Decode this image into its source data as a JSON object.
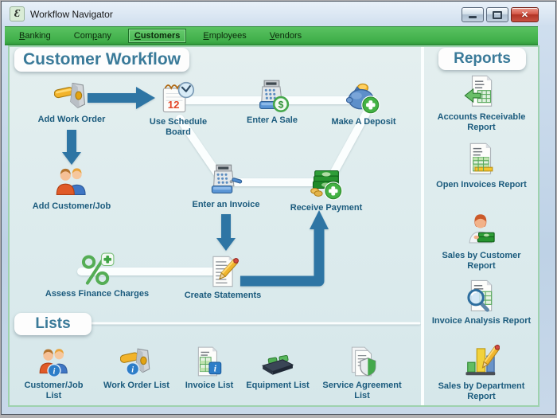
{
  "window": {
    "title": "Workflow Navigator"
  },
  "icons": {
    "app_logo_glyph": "Ɛ",
    "close_glyph": "✕",
    "info_glyph": "i",
    "dollar_glyph": "$",
    "calendar_day": "12"
  },
  "tabs": [
    {
      "label": "Banking",
      "pre": "",
      "key": "B",
      "post": "anking",
      "selected": false
    },
    {
      "label": "Company",
      "pre": "Com",
      "key": "p",
      "post": "any",
      "selected": false
    },
    {
      "label": "Customers",
      "pre": "",
      "key": "C",
      "post": "ustomers",
      "selected": true
    },
    {
      "label": "Employees",
      "pre": "",
      "key": "E",
      "post": "mployees",
      "selected": false
    },
    {
      "label": "Vendors",
      "pre": "",
      "key": "V",
      "post": "endors",
      "selected": false
    }
  ],
  "workflow": {
    "title": "Customer Workflow",
    "nodes": [
      {
        "label": "Add Work Order",
        "icon": "hammer-icon"
      },
      {
        "label": "Use Schedule Board",
        "icon": "schedule-board-icon"
      },
      {
        "label": "Enter A Sale",
        "icon": "cash-register-sale-icon"
      },
      {
        "label": "Make A Deposit",
        "icon": "piggy-bank-deposit-icon"
      },
      {
        "label": "Add Customer/Job",
        "icon": "customers-icon"
      },
      {
        "label": "Enter an Invoice",
        "icon": "cash-register-invoice-icon"
      },
      {
        "label": "Receive Payment",
        "icon": "money-plus-icon"
      },
      {
        "label": "Assess Finance Charges",
        "icon": "percent-plus-icon"
      },
      {
        "label": "Create Statements",
        "icon": "document-pencil-icon"
      }
    ]
  },
  "lists": {
    "title": "Lists",
    "items": [
      {
        "label": "Customer/Job List",
        "icon": "customers-info-icon"
      },
      {
        "label": "Work Order List",
        "icon": "hammer-info-icon"
      },
      {
        "label": "Invoice List",
        "icon": "invoice-info-icon"
      },
      {
        "label": "Equipment List",
        "icon": "equipment-icon"
      },
      {
        "label": "Service Agreement List",
        "icon": "service-agreement-icon"
      }
    ]
  },
  "reports": {
    "title": "Reports",
    "items": [
      {
        "label": "Accounts Receivable Report",
        "icon": "report-arrow-icon"
      },
      {
        "label": "Open Invoices Report",
        "icon": "report-table-icon"
      },
      {
        "label": "Sales by Customer Report",
        "icon": "person-money-icon"
      },
      {
        "label": "Invoice Analysis Report",
        "icon": "report-magnifier-icon"
      },
      {
        "label": "Sales by Department Report",
        "icon": "chart-pencil-icon"
      }
    ]
  },
  "colors": {
    "tab_bar_green": "#3fae49",
    "arrow_blue": "#2e75a4",
    "label_blue": "#1b5b7d",
    "content_bg": "#dcebed",
    "pill_text": "#3a7a99"
  }
}
